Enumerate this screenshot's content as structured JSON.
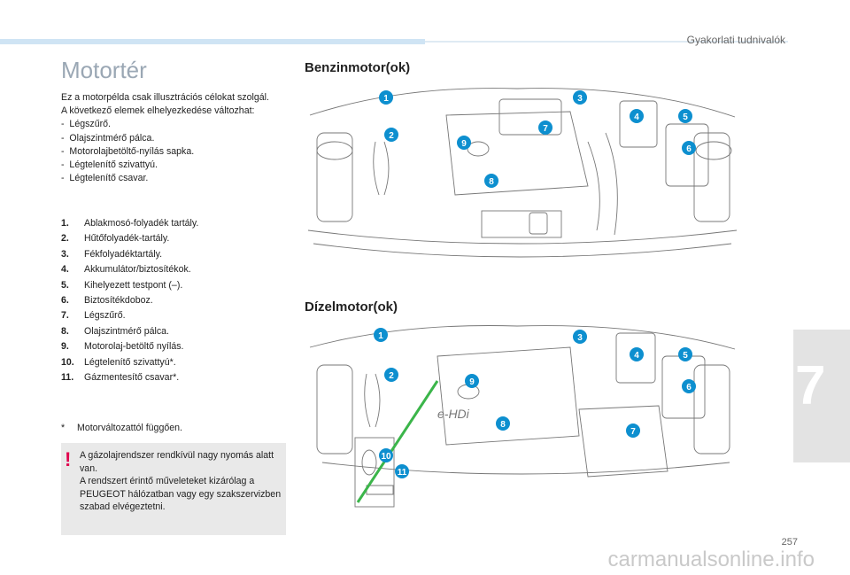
{
  "header": {
    "running_head": "Gyakorlati tudnivalók"
  },
  "section": {
    "title": "Motortér"
  },
  "intro": {
    "line1": "Ez a motorpélda csak illusztrációs célokat szolgál.",
    "line2": "A következő elemek elhelyezkedése változhat:",
    "items": [
      "Légszűrő.",
      "Olajszintmérő pálca.",
      "Motorolajbetöltő-nyílás sapka.",
      "Légtelenítő szivattyú.",
      "Légtelenítő csavar."
    ]
  },
  "components": [
    {
      "num": "1.",
      "label": "Ablakmosó-folyadék tartály."
    },
    {
      "num": "2.",
      "label": "Hűtőfolyadék-tartály."
    },
    {
      "num": "3.",
      "label": "Fékfolyadéktartály."
    },
    {
      "num": "4.",
      "label": "Akkumulátor/biztosítékok."
    },
    {
      "num": "5.",
      "label": "Kihelyezett testpont (–)."
    },
    {
      "num": "6.",
      "label": "Biztosítékdoboz."
    },
    {
      "num": "7.",
      "label": "Légszűrő."
    },
    {
      "num": "8.",
      "label": "Olajszintmérő pálca."
    },
    {
      "num": "9.",
      "label": "Motorolaj-betöltő nyílás."
    },
    {
      "num": "10.",
      "label": "Légtelenítő szivattyú*."
    },
    {
      "num": "11.",
      "label": "Gázmentesítő csavar*."
    }
  ],
  "footnote": {
    "symbol": "*",
    "text": "Motorváltozattól függően."
  },
  "warning": {
    "mark": "!",
    "line1": "A gázolajrendszer rendkívül nagy nyomás alatt van.",
    "line2": "A rendszert érintő műveleteket kizárólag a PEUGEOT hálózatban vagy egy szakszervizben szabad elvégeztetni."
  },
  "petrol": {
    "heading": "Benzinmotor(ok)",
    "badges": [
      "1",
      "2",
      "3",
      "4",
      "5",
      "6",
      "7",
      "8",
      "9"
    ]
  },
  "diesel": {
    "heading": "Dízelmotor(ok)",
    "engine_logo": "e-HDi",
    "badges": [
      "1",
      "2",
      "3",
      "4",
      "5",
      "6",
      "7",
      "8",
      "9",
      "10",
      "11"
    ]
  },
  "chapter": {
    "number": "7"
  },
  "page": {
    "number": "257"
  },
  "watermark": "carmanualsonline.info",
  "colors": {
    "badge": "#0d8fcf",
    "accent": "#e0004d",
    "header_bar": "#cfe4f4"
  }
}
